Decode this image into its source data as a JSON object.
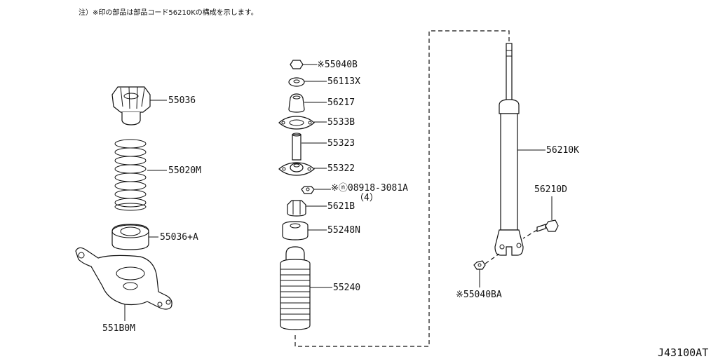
{
  "header": {
    "note": "注）※印の部品は部品コード56210Kの構成を示します。"
  },
  "footer": {
    "ref_code": "J43100AT"
  },
  "parts": [
    {
      "id": "55036",
      "label": "55036"
    },
    {
      "id": "55020M",
      "label": "55020M"
    },
    {
      "id": "55036A",
      "label": "55036+A"
    },
    {
      "id": "551B0M",
      "label": "551B0M"
    },
    {
      "id": "55040B",
      "label": "※55040B"
    },
    {
      "id": "56113X",
      "label": "56113X"
    },
    {
      "id": "56217",
      "label": "56217"
    },
    {
      "id": "5533B",
      "label": "5533B"
    },
    {
      "id": "55323",
      "label": "55323"
    },
    {
      "id": "55322",
      "label": "55322"
    },
    {
      "id": "08918",
      "label": "※ⓝ08918-3081A",
      "qty": "（4）"
    },
    {
      "id": "5621B",
      "label": "5621B"
    },
    {
      "id": "55248N",
      "label": "55248N"
    },
    {
      "id": "55240",
      "label": "55240"
    },
    {
      "id": "56210K",
      "label": "56210K"
    },
    {
      "id": "56210D",
      "label": "56210D"
    },
    {
      "id": "55040BA",
      "label": "※55040BA"
    }
  ]
}
